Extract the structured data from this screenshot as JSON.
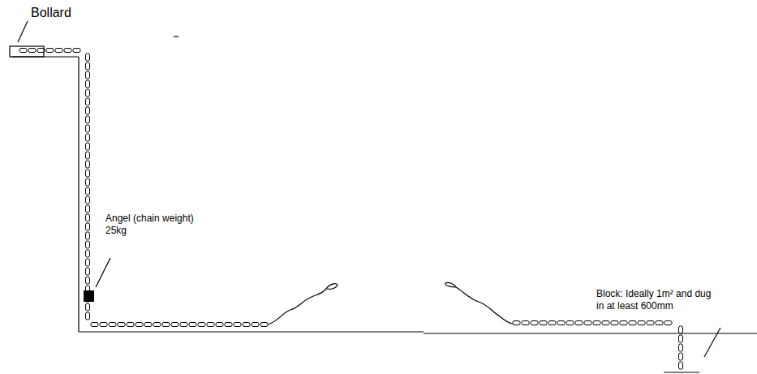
{
  "diagram": {
    "labels": [
      "Bollard",
      "Angel (chain weight) 25kg",
      "Block: Ideally 1m² and dug in at least 600mm"
    ]
  }
}
